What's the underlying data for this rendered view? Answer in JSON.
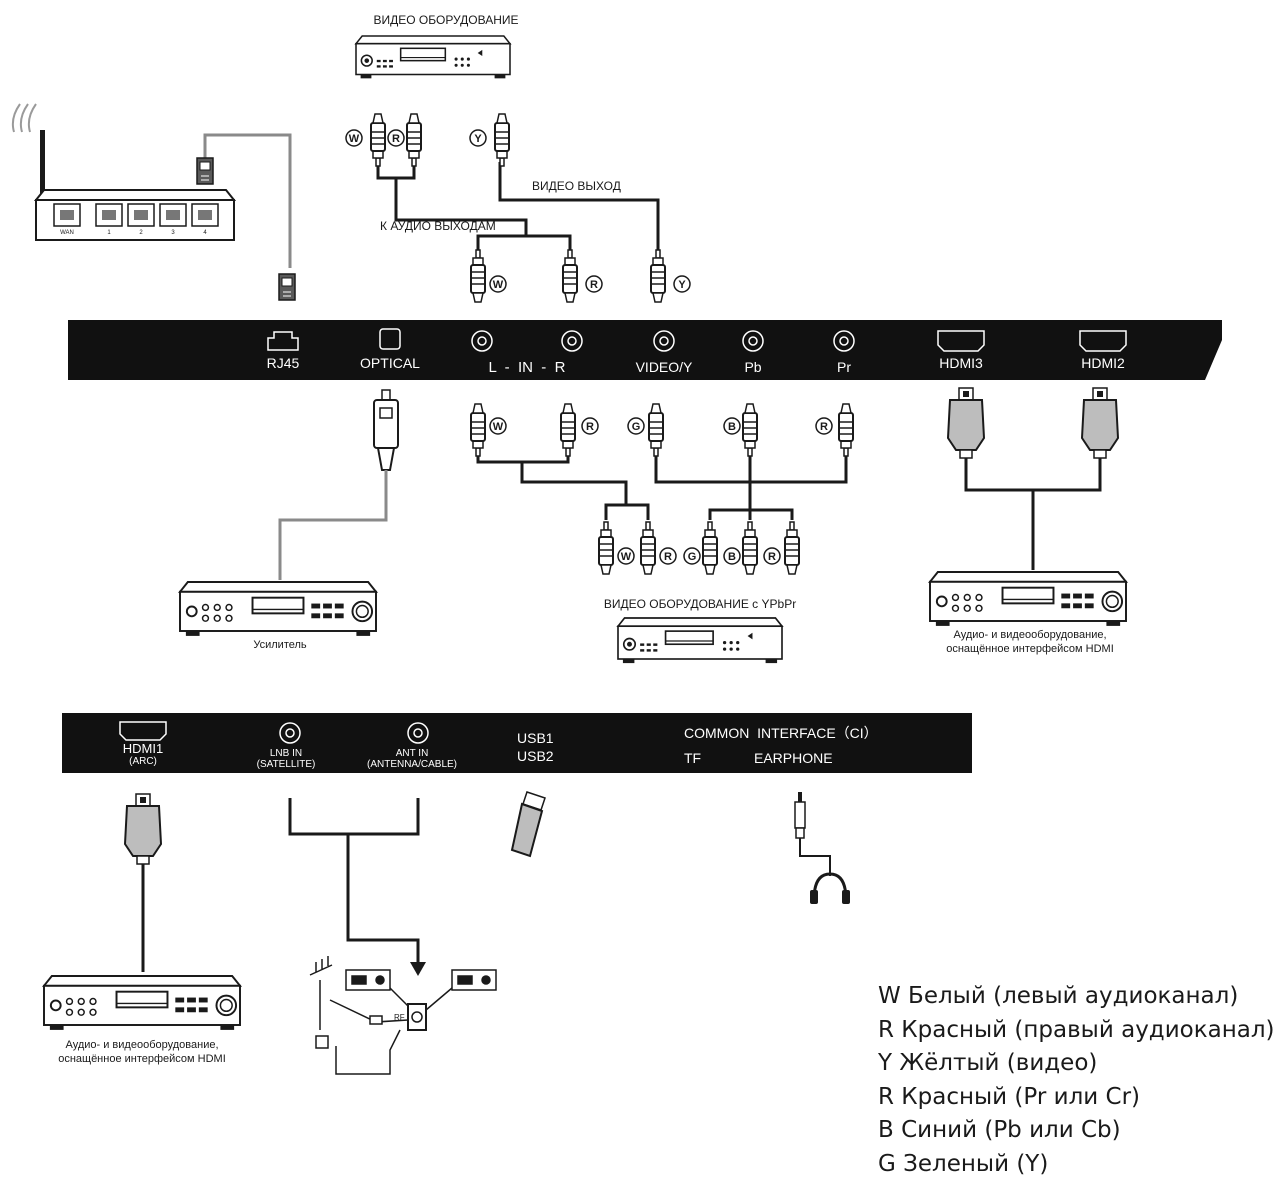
{
  "video_equipment_top": "ВИДЕО ОБОРУДОВАНИЕ",
  "video_output": "ВИДЕО ВЫХОД",
  "to_audio_outputs": "К АУДИО ВЫХОДАМ",
  "plug_letters": {
    "w": "W",
    "r": "R",
    "y": "Y",
    "g": "G",
    "b": "B"
  },
  "panel_top": {
    "rj45": "RJ45",
    "optical": "OPTICAL",
    "l_in_r": "L  -  IN  -  R",
    "video_y": "VIDEO/Y",
    "pb": "Pb",
    "pr": "Pr",
    "hdmi3": "HDMI3",
    "hdmi2": "HDMI2"
  },
  "panel_bottom": {
    "hdmi1": "HDMI1",
    "arc": "(ARC)",
    "lnb_in": "LNB IN",
    "satellite": "(SATELLITE)",
    "ant_in": "ANT IN",
    "antenna_cable": "(ANTENNA/CABLE)",
    "usb1": "USB1",
    "usb2": "USB2",
    "ci": "COMMON  INTERFACE（CI）",
    "tf": "TF",
    "earphone": "EARPHONE"
  },
  "router_ports": [
    "WAN",
    "1",
    "2",
    "3",
    "4"
  ],
  "amplifier": "Усилитель",
  "ypbpr_equipment": "ВИДЕО ОБОРУДОВАНИЕ с YPbPr",
  "hdmi_equipment_line1": "Аудио- и видеооборудование,",
  "hdmi_equipment_line2": "оснащённое интерфейсом HDMI",
  "rf_label": "RF",
  "legend": [
    "W Белый (левый аудиоканал)",
    "R Красный (правый аудиоканал)",
    "Y Жёлтый (видео)",
    "R Красный (Pr или Cr)",
    "B Синий (Pb или Cb)",
    "G Зеленый (Y)"
  ],
  "colors": {
    "panel": "#111111",
    "line": "#1a1a1a",
    "gray_cable": "#8a8a8a"
  }
}
